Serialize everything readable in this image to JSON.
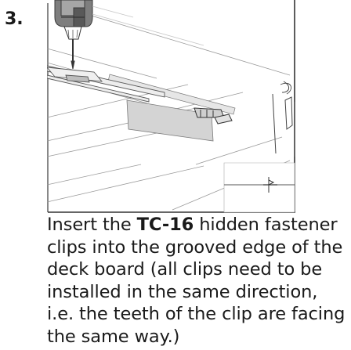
{
  "step": {
    "number": "3."
  },
  "illustration": {
    "icon": "drill-inserting-clips-into-deck-board-icon"
  },
  "instructions": {
    "text_before": "Insert the ",
    "product_code": "TC-16",
    "text_after": " hidden fastener clips into the grooved edge of the deck board (all clips need to be installed in the same direction, i.e. the teeth of the clip are facing the same way.)"
  },
  "colors": {
    "text": "#1a1a1a",
    "line": "#444444",
    "board_shade": "#d8d8d8",
    "frame": "#333333"
  }
}
